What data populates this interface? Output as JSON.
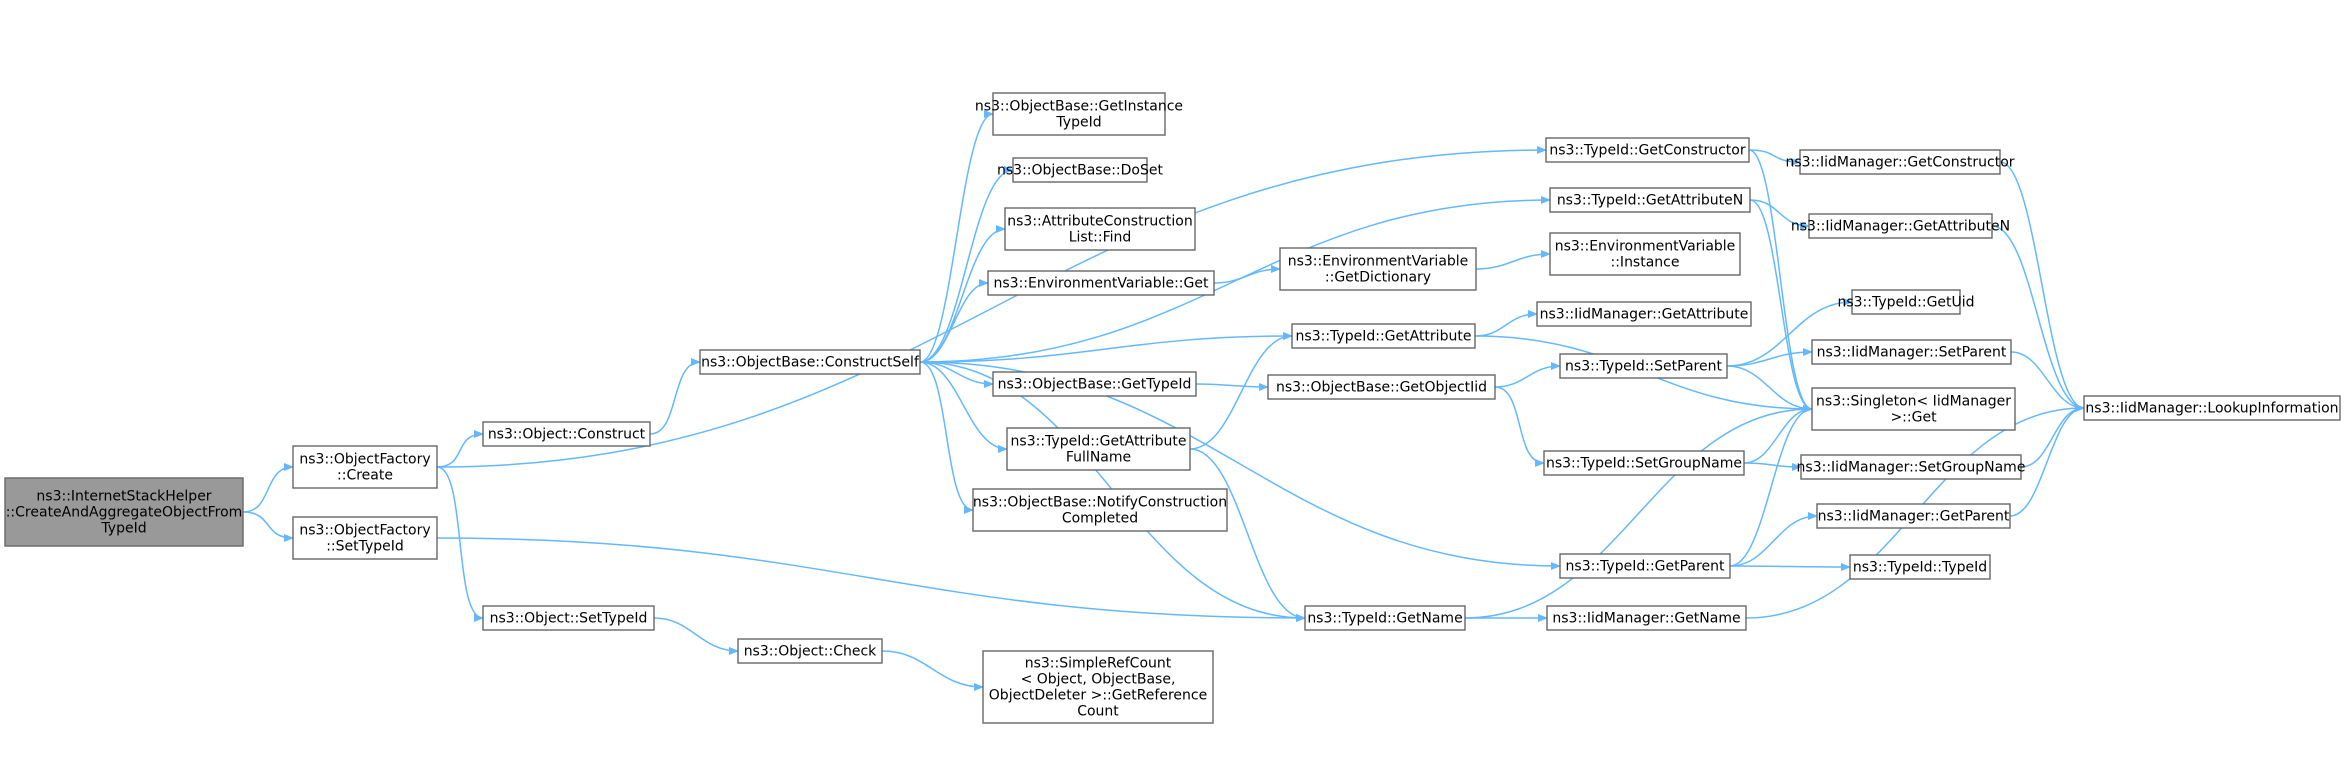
{
  "colors": {
    "edge": "#63b8ff",
    "node_border": "#666666",
    "node_fill": "#ffffff",
    "root_fill": "#999999"
  },
  "nodes": [
    {
      "id": "n0",
      "lines": [
        "ns3::InternetStackHelper",
        "::CreateAndAggregateObjectFrom",
        "TypeId"
      ],
      "root": true
    },
    {
      "id": "n1",
      "lines": [
        "ns3::ObjectFactory",
        "::Create"
      ]
    },
    {
      "id": "n2",
      "lines": [
        "ns3::ObjectFactory",
        "::SetTypeId"
      ]
    },
    {
      "id": "n3",
      "lines": [
        "ns3::Object::Construct"
      ]
    },
    {
      "id": "n4",
      "lines": [
        "ns3::Object::SetTypeId"
      ]
    },
    {
      "id": "n5",
      "lines": [
        "ns3::ObjectBase::ConstructSelf"
      ]
    },
    {
      "id": "n6",
      "lines": [
        "ns3::Object::Check"
      ]
    },
    {
      "id": "n7",
      "lines": [
        "ns3::ObjectBase::GetInstance",
        "TypeId"
      ]
    },
    {
      "id": "n8",
      "lines": [
        "ns3::ObjectBase::DoSet"
      ]
    },
    {
      "id": "n9",
      "lines": [
        "ns3::AttributeConstruction",
        "List::Find"
      ]
    },
    {
      "id": "n10",
      "lines": [
        "ns3::EnvironmentVariable::Get"
      ]
    },
    {
      "id": "n11",
      "lines": [
        "ns3::ObjectBase::GetTypeId"
      ]
    },
    {
      "id": "n12",
      "lines": [
        "ns3::TypeId::GetAttribute",
        "FullName"
      ]
    },
    {
      "id": "n13",
      "lines": [
        "ns3::ObjectBase::NotifyConstruction",
        "Completed"
      ]
    },
    {
      "id": "n14",
      "lines": [
        "ns3::SimpleRefCount",
        "< Object, ObjectBase,",
        "ObjectDeleter >::GetReference",
        "Count"
      ]
    },
    {
      "id": "n15",
      "lines": [
        "ns3::EnvironmentVariable",
        "::GetDictionary"
      ]
    },
    {
      "id": "n16",
      "lines": [
        "ns3::TypeId::GetAttribute"
      ]
    },
    {
      "id": "n17",
      "lines": [
        "ns3::ObjectBase::GetObjectIid"
      ]
    },
    {
      "id": "n18",
      "lines": [
        "ns3::TypeId::GetName"
      ]
    },
    {
      "id": "n19",
      "lines": [
        "ns3::TypeId::GetConstructor"
      ]
    },
    {
      "id": "n20",
      "lines": [
        "ns3::TypeId::GetAttributeN"
      ]
    },
    {
      "id": "n21",
      "lines": [
        "ns3::EnvironmentVariable",
        "::Instance"
      ]
    },
    {
      "id": "n22",
      "lines": [
        "ns3::IidManager::GetAttribute"
      ]
    },
    {
      "id": "n23",
      "lines": [
        "ns3::TypeId::SetParent"
      ]
    },
    {
      "id": "n24",
      "lines": [
        "ns3::TypeId::SetGroupName"
      ]
    },
    {
      "id": "n25",
      "lines": [
        "ns3::TypeId::GetParent"
      ]
    },
    {
      "id": "n26",
      "lines": [
        "ns3::IidManager::GetName"
      ]
    },
    {
      "id": "n27",
      "lines": [
        "ns3::IidManager::GetConstructor"
      ]
    },
    {
      "id": "n28",
      "lines": [
        "ns3::IidManager::GetAttributeN"
      ]
    },
    {
      "id": "n29",
      "lines": [
        "ns3::TypeId::GetUid"
      ]
    },
    {
      "id": "n30",
      "lines": [
        "ns3::IidManager::SetParent"
      ]
    },
    {
      "id": "n31",
      "lines": [
        "ns3::Singleton< IidManager",
        " >::Get"
      ]
    },
    {
      "id": "n32",
      "lines": [
        "ns3::IidManager::SetGroupName"
      ]
    },
    {
      "id": "n33",
      "lines": [
        "ns3::IidManager::GetParent"
      ]
    },
    {
      "id": "n34",
      "lines": [
        "ns3::TypeId::TypeId"
      ]
    },
    {
      "id": "n35",
      "lines": [
        "ns3::IidManager::LookupInformation"
      ]
    }
  ],
  "edges": [
    [
      "n0",
      "n1"
    ],
    [
      "n0",
      "n2"
    ],
    [
      "n1",
      "n3"
    ],
    [
      "n1",
      "n4"
    ],
    [
      "n1",
      "n19"
    ],
    [
      "n2",
      "n18"
    ],
    [
      "n3",
      "n5"
    ],
    [
      "n4",
      "n6"
    ],
    [
      "n6",
      "n14"
    ],
    [
      "n5",
      "n7"
    ],
    [
      "n5",
      "n8"
    ],
    [
      "n5",
      "n9"
    ],
    [
      "n5",
      "n10"
    ],
    [
      "n5",
      "n11"
    ],
    [
      "n5",
      "n12"
    ],
    [
      "n5",
      "n13"
    ],
    [
      "n5",
      "n16"
    ],
    [
      "n5",
      "n18"
    ],
    [
      "n5",
      "n20"
    ],
    [
      "n5",
      "n25"
    ],
    [
      "n10",
      "n15"
    ],
    [
      "n15",
      "n21"
    ],
    [
      "n11",
      "n17"
    ],
    [
      "n17",
      "n23"
    ],
    [
      "n17",
      "n24"
    ],
    [
      "n12",
      "n16"
    ],
    [
      "n12",
      "n18"
    ],
    [
      "n16",
      "n22"
    ],
    [
      "n16",
      "n31"
    ],
    [
      "n18",
      "n26"
    ],
    [
      "n18",
      "n31"
    ],
    [
      "n19",
      "n27"
    ],
    [
      "n19",
      "n31"
    ],
    [
      "n20",
      "n28"
    ],
    [
      "n20",
      "n31"
    ],
    [
      "n23",
      "n29"
    ],
    [
      "n23",
      "n30"
    ],
    [
      "n23",
      "n31"
    ],
    [
      "n24",
      "n32"
    ],
    [
      "n24",
      "n31"
    ],
    [
      "n25",
      "n33"
    ],
    [
      "n25",
      "n34"
    ],
    [
      "n25",
      "n31"
    ],
    [
      "n26",
      "n35"
    ],
    [
      "n27",
      "n35"
    ],
    [
      "n28",
      "n35"
    ],
    [
      "n30",
      "n35"
    ],
    [
      "n32",
      "n35"
    ],
    [
      "n33",
      "n35"
    ]
  ]
}
